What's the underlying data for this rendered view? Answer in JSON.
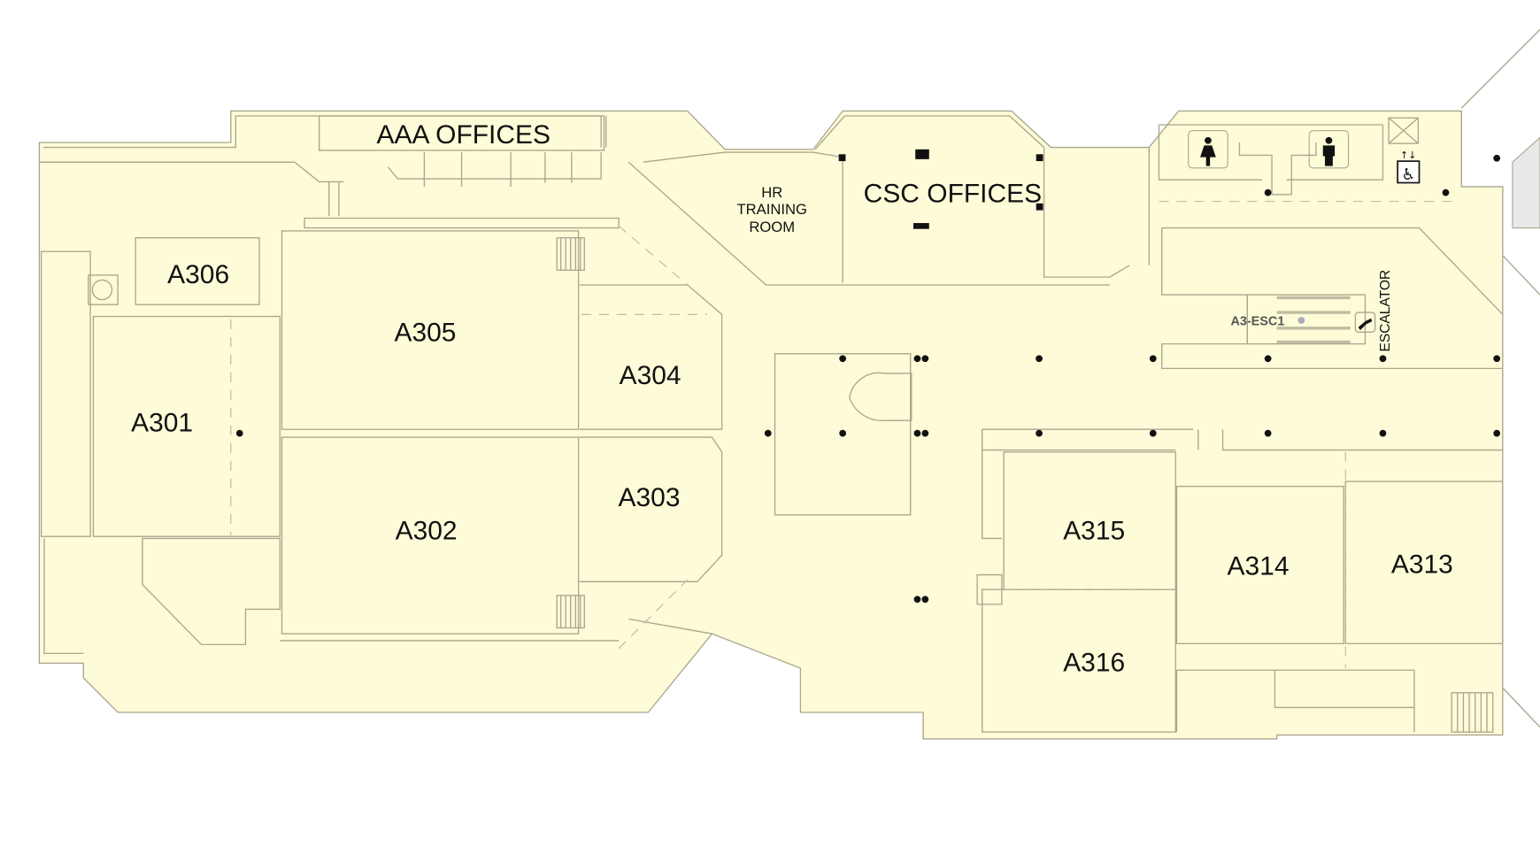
{
  "map": {
    "floor_color": "#fefbd8",
    "wall_color": "#a9a68f",
    "areas": {
      "aaa_offices": "AAA OFFICES",
      "csc_offices": "CSC OFFICES",
      "hr_training": [
        "HR",
        "TRAINING",
        "ROOM"
      ],
      "escalator": "ESCALATOR",
      "escalator_id": "A3-ESC1"
    },
    "rooms": {
      "a301": "A301",
      "a302": "A302",
      "a303": "A303",
      "a304": "A304",
      "a305": "A305",
      "a306": "A306",
      "a313": "A313",
      "a314": "A314",
      "a315": "A315",
      "a316": "A316"
    },
    "icons": [
      "womens-restroom-icon",
      "mens-restroom-icon",
      "accessible-elevator-icon",
      "escalator-icon",
      "stairs-icon"
    ]
  }
}
